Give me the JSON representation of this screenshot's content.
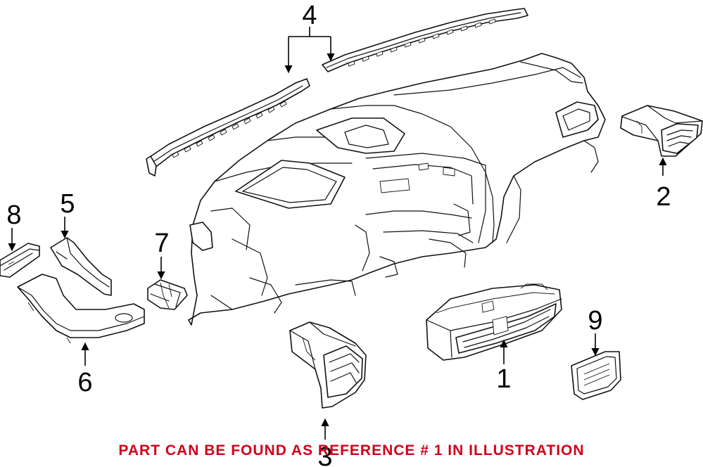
{
  "callouts": [
    {
      "id": "1",
      "label": "1"
    },
    {
      "id": "2",
      "label": "2"
    },
    {
      "id": "3",
      "label": "3"
    },
    {
      "id": "4",
      "label": "4"
    },
    {
      "id": "5",
      "label": "5"
    },
    {
      "id": "6",
      "label": "6"
    },
    {
      "id": "7",
      "label": "7"
    },
    {
      "id": "8",
      "label": "8"
    },
    {
      "id": "9",
      "label": "9"
    }
  ],
  "footer": {
    "text": "PART CAN BE FOUND AS REFERENCE # 1 IN ILLUSTRATION",
    "color": "#d0021b"
  },
  "colors": {
    "line": "#111111",
    "background": "#ffffff"
  }
}
